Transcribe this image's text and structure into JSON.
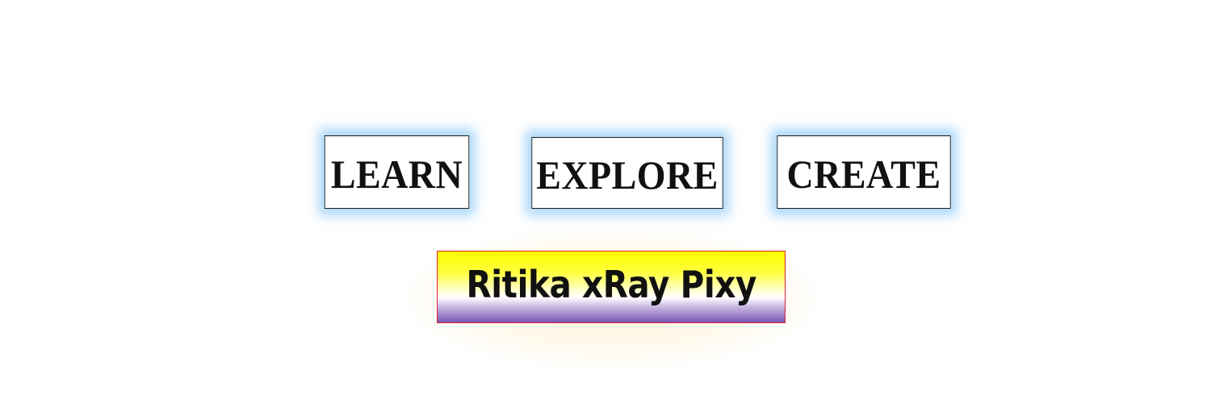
{
  "nav": {
    "learn_label": "LEARN",
    "explore_label": "EXPLORE",
    "create_label": "CREATE"
  },
  "brand": {
    "title": "Ritika xRay Pixy"
  },
  "colors": {
    "button_glow": "#78bef5",
    "brand_border": "#e0203a",
    "brand_gradient_top": "#ffff00",
    "brand_gradient_bottom": "#7a56b6"
  }
}
